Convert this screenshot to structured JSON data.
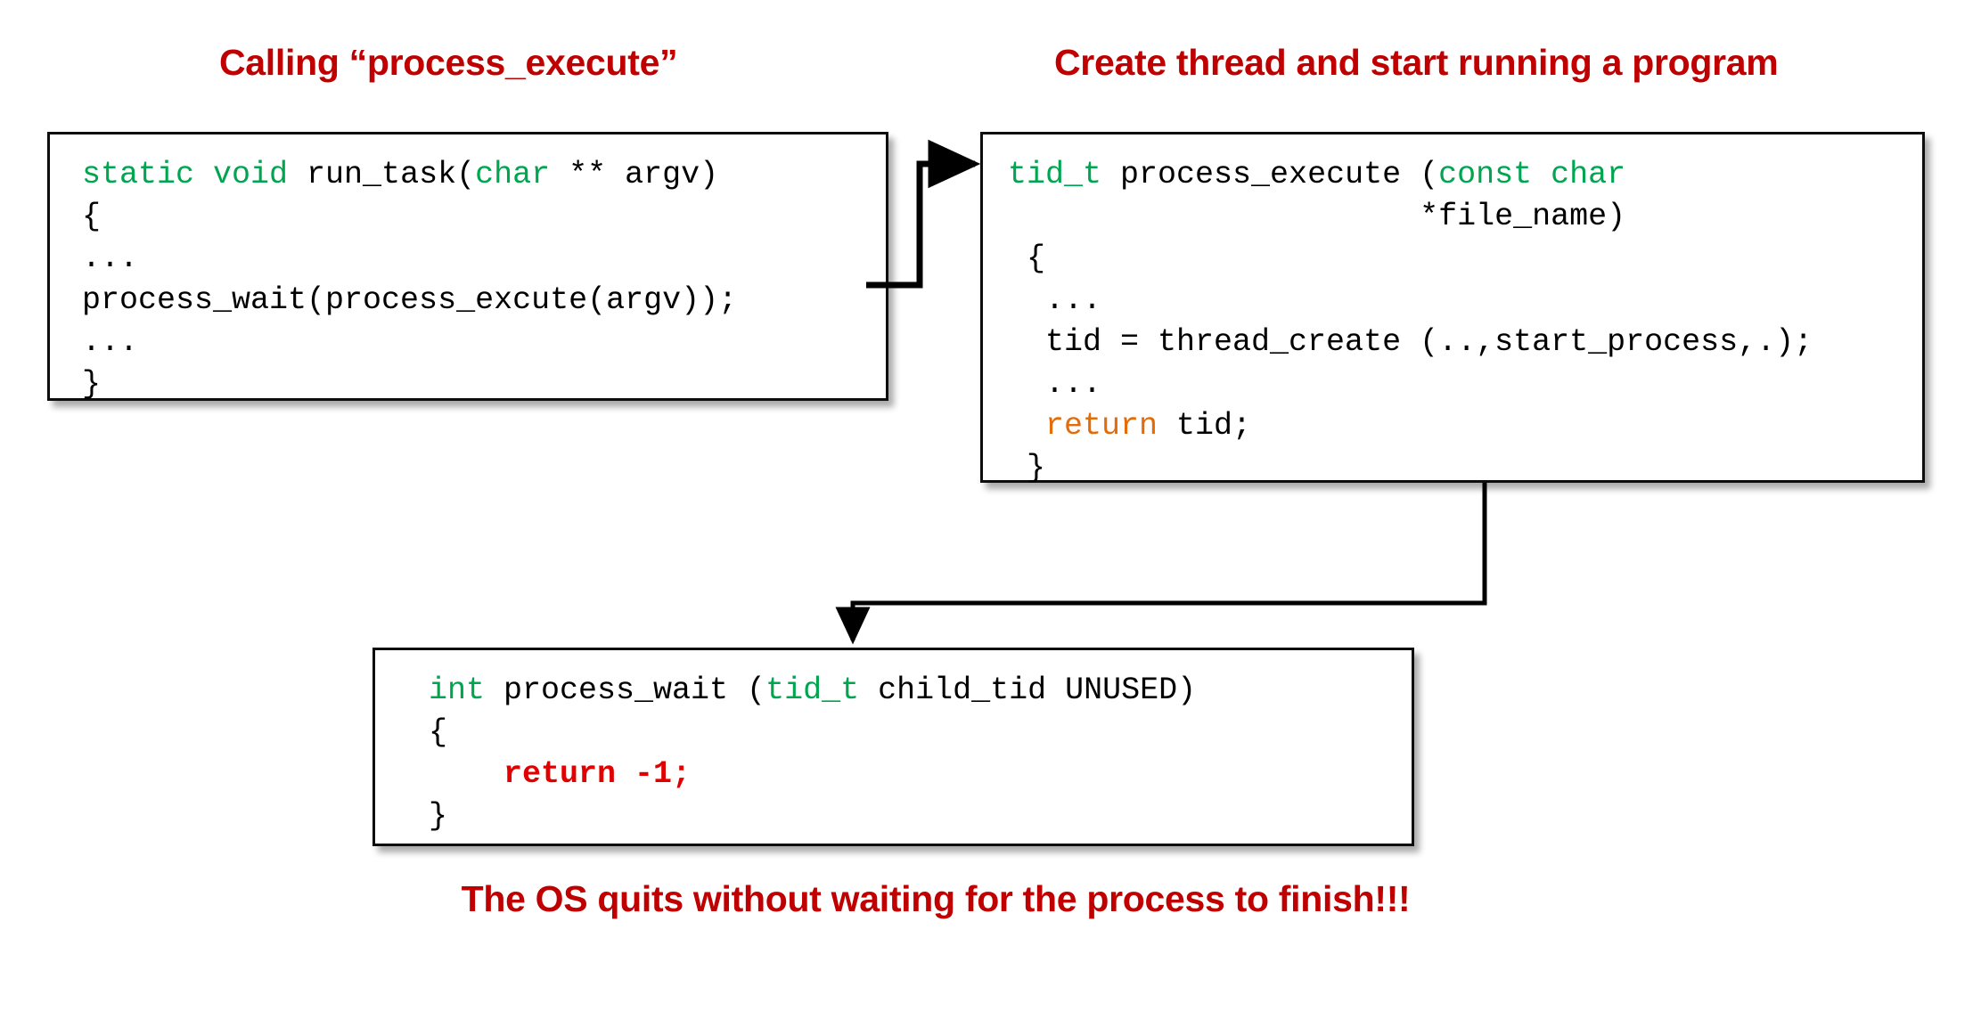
{
  "page": {
    "background_color": "#ffffff",
    "accent_red": "#C00000",
    "code_green": "#00A550",
    "code_orange": "#E36C09",
    "code_red": "#E00000",
    "line_color": "#000000"
  },
  "captions": {
    "left": "Calling “process_execute”",
    "right": "Create thread and start running a program",
    "bottom": "The OS quits without waiting for the process to finish!!!"
  },
  "boxes": {
    "run_task": {
      "name": "run_task",
      "lines": [
        {
          "segments": [
            {
              "text": "static void ",
              "color": "green"
            },
            {
              "text": "run_task(",
              "color": "black"
            },
            {
              "text": "char",
              "color": "green"
            },
            {
              "text": " ** argv)",
              "color": "black"
            }
          ]
        },
        {
          "segments": [
            {
              "text": "{",
              "color": "black"
            }
          ]
        },
        {
          "segments": [
            {
              "text": "...",
              "color": "black"
            }
          ]
        },
        {
          "segments": [
            {
              "text": "process_wait(process_excute(argv));",
              "color": "black"
            }
          ]
        },
        {
          "segments": [
            {
              "text": "...",
              "color": "black"
            }
          ]
        },
        {
          "segments": [
            {
              "text": "}",
              "color": "black"
            }
          ]
        }
      ]
    },
    "process_execute": {
      "name": "process_execute",
      "lines": [
        {
          "segments": [
            {
              "text": "tid_t ",
              "color": "green"
            },
            {
              "text": "process_execute (",
              "color": "black"
            },
            {
              "text": "const char",
              "color": "green"
            }
          ]
        },
        {
          "segments": [
            {
              "text": "                      *file_name)",
              "color": "black"
            }
          ]
        },
        {
          "segments": [
            {
              "text": " {",
              "color": "black"
            }
          ]
        },
        {
          "segments": [
            {
              "text": "  ...",
              "color": "black"
            }
          ]
        },
        {
          "segments": [
            {
              "text": "  tid = thread_create (..,start_process,.);",
              "color": "black"
            }
          ]
        },
        {
          "segments": [
            {
              "text": "  ...",
              "color": "black"
            }
          ]
        },
        {
          "segments": [
            {
              "text": "  return",
              "color": "orange"
            },
            {
              "text": " tid;",
              "color": "black"
            }
          ]
        },
        {
          "segments": [
            {
              "text": " }",
              "color": "black"
            }
          ]
        }
      ]
    },
    "process_wait": {
      "name": "process_wait",
      "lines": [
        {
          "segments": [
            {
              "text": "int ",
              "color": "green"
            },
            {
              "text": "process_wait (",
              "color": "black"
            },
            {
              "text": "tid_t",
              "color": "green"
            },
            {
              "text": " child_tid UNUSED)",
              "color": "black"
            }
          ]
        },
        {
          "segments": [
            {
              "text": "{",
              "color": "black"
            }
          ]
        },
        {
          "segments": [
            {
              "text": "    return -1;",
              "color": "red"
            }
          ]
        },
        {
          "segments": [
            {
              "text": "}",
              "color": "black"
            }
          ]
        }
      ]
    }
  },
  "connectors": [
    {
      "name": "run-task-to-process-execute",
      "from": "run_task.process_wait_line",
      "to": "process_execute.signature",
      "arrowhead": "right"
    },
    {
      "name": "process-execute-to-process-wait",
      "from": "process_execute.bottom",
      "to": "process_wait.top",
      "arrowhead": "down"
    }
  ]
}
